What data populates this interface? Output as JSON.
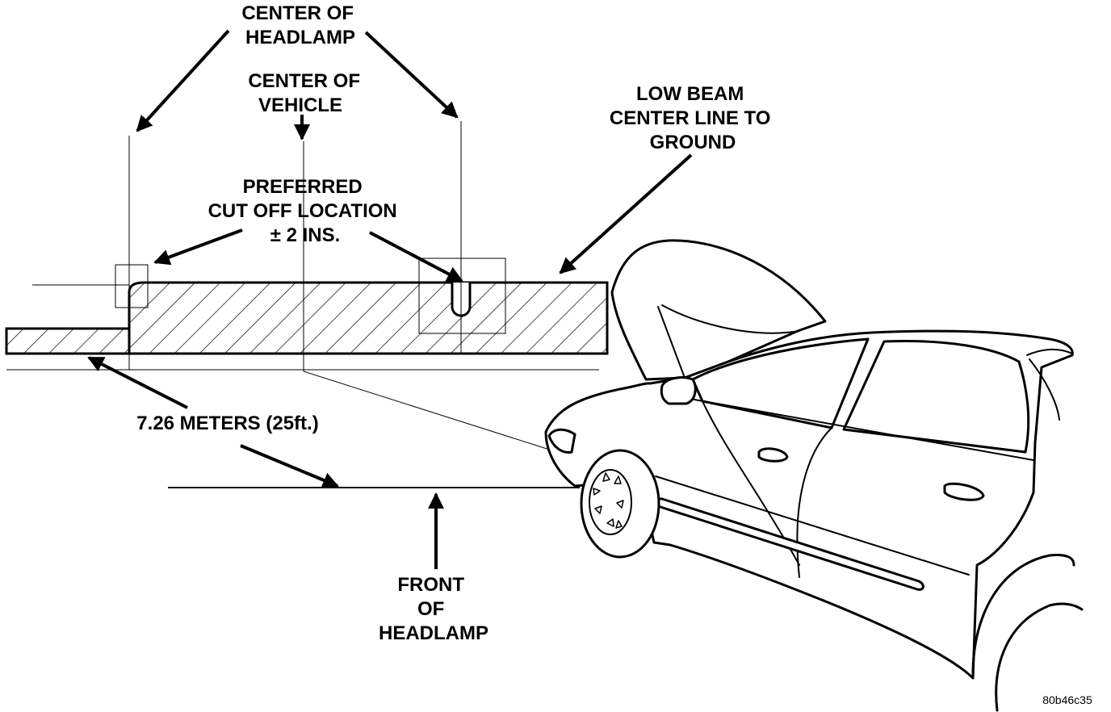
{
  "labels": {
    "center_of_headlamp": [
      "CENTER OF",
      "HEADLAMP"
    ],
    "center_of_vehicle": [
      "CENTER OF",
      "VEHICLE"
    ],
    "preferred_cut_off": [
      "PREFERRED",
      "CUT OFF LOCATION",
      "± 2 INS."
    ],
    "low_beam_center_line": [
      "LOW BEAM",
      "CENTER LINE TO",
      "GROUND"
    ],
    "distance": "7.26 METERS (25ft.)",
    "front_of_headlamp": [
      "FRONT",
      "OF",
      "HEADLAMP"
    ]
  },
  "figure_code": "80b46c35",
  "colors": {
    "ink": "#000000",
    "background": "#ffffff"
  }
}
